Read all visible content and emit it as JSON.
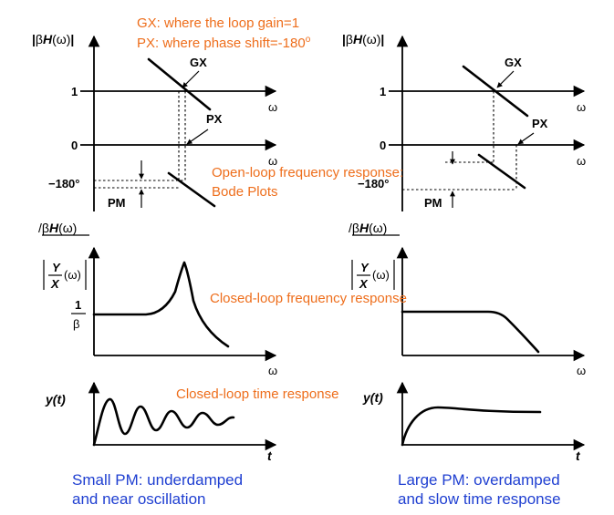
{
  "colors": {
    "annotation": "#ee6e1c",
    "caption": "#1f3fd1",
    "ink": "#000000"
  },
  "annotations": {
    "gx_def": "GX: where the loop gain=1",
    "px_def": "PX: where phase shift=-180",
    "px_deg": "o",
    "openloop_1": "Open-loop frequency response:",
    "openloop_2": "Bode Plots",
    "closedloop_freq": "Closed-loop frequency response",
    "closedloop_time": "Closed-loop time response"
  },
  "captions": {
    "left_1": "Small PM: underdamped",
    "left_2": "and near oscillation",
    "right_1": "Large PM: overdamped",
    "right_2": "and slow time response"
  },
  "labels": {
    "beta": "β",
    "H": "H",
    "omega": "ω",
    "omega_paren": "(ω)",
    "bar": "|",
    "one": "1",
    "zero": "0",
    "minus180": "−180°",
    "angle": "/",
    "gx": "GX",
    "px": "PX",
    "pm": "PM",
    "Y": "Y",
    "X": "X",
    "y_of_t": "y(t)",
    "t": "t"
  }
}
